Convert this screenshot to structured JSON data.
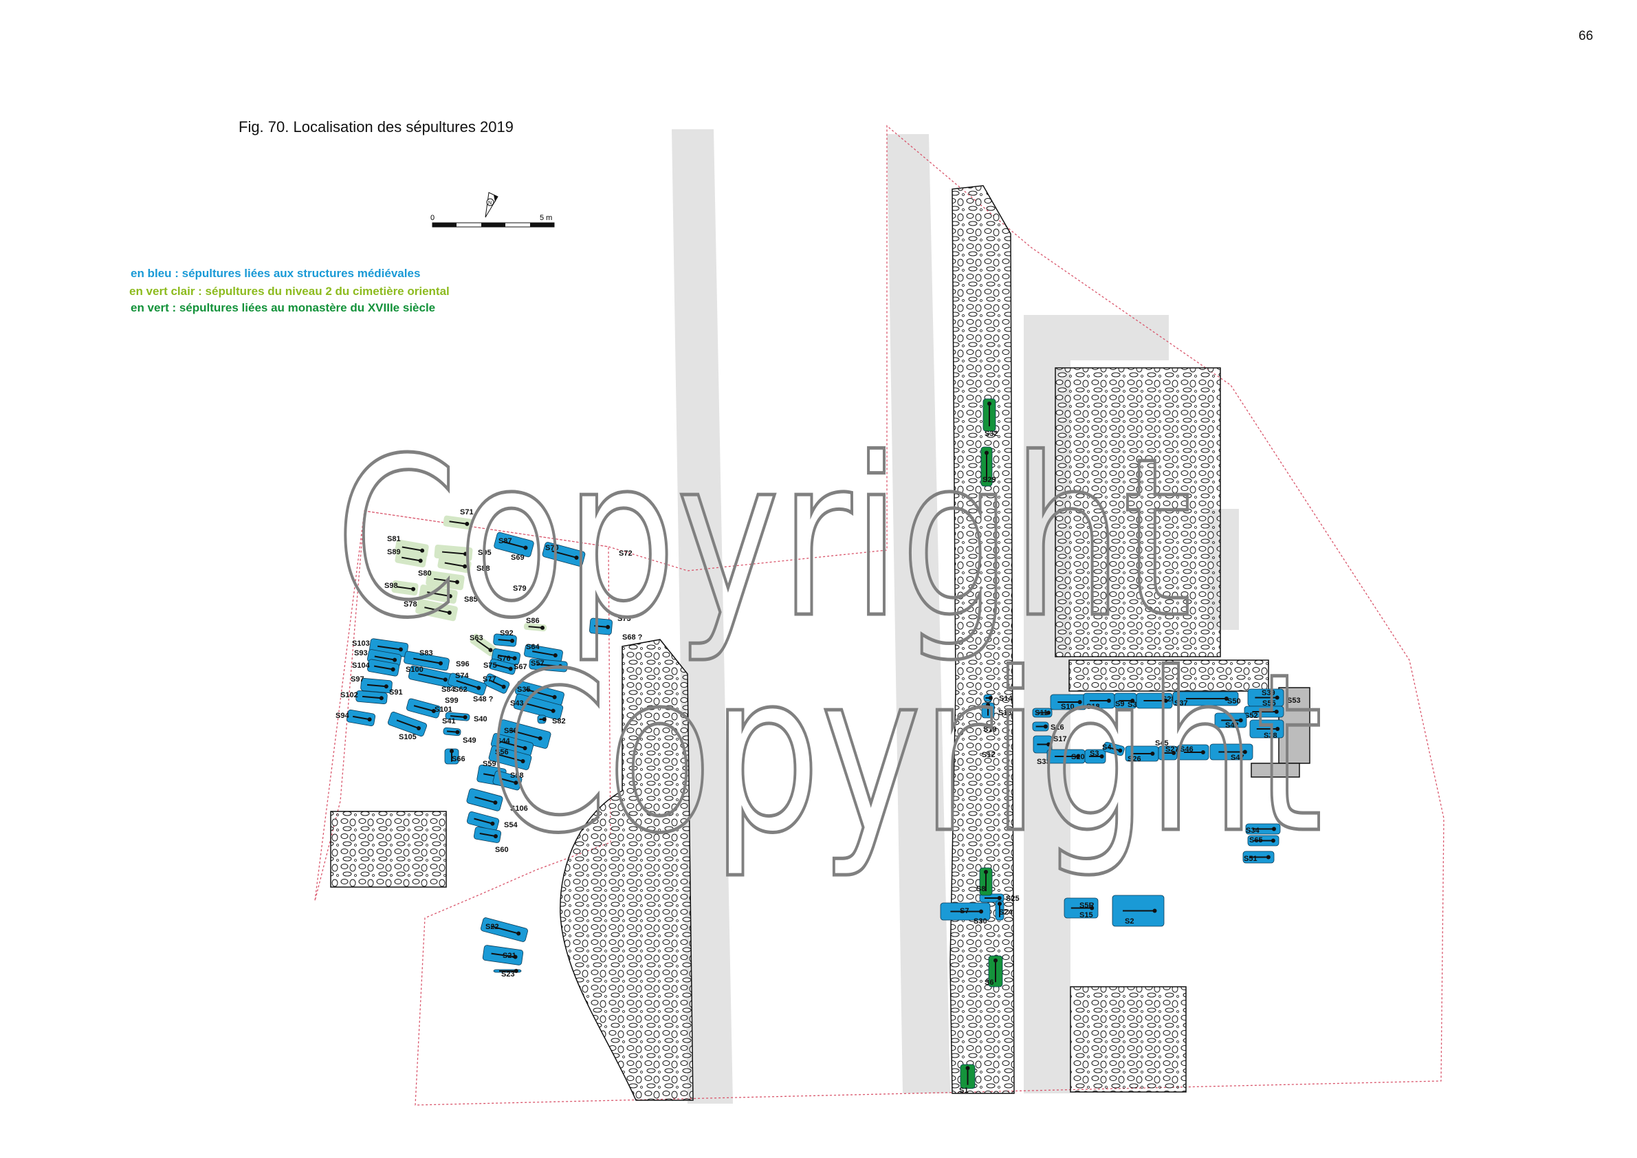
{
  "page_number": "66",
  "figure_title": "Fig. 70. Localisation des sépultures 2019",
  "scale_bar": {
    "start_label": "0",
    "end_label": "5 m",
    "north_label": "N"
  },
  "legend": [
    {
      "text": "en bleu : sépultures liées aux structures médiévales",
      "color": "#1a9ad6"
    },
    {
      "text": "en vert clair : sépultures du niveau 2 du cimetière oriental",
      "color": "#8dbb1f"
    },
    {
      "text": "en vert : sépultures liées au monastère du XVIIIe siècle",
      "color": "#13923a"
    }
  ],
  "colors": {
    "blue": "#1a9ad6",
    "light_green": "#d4e7c6",
    "green": "#14933b",
    "band": "#e3e3e3",
    "boundary": "#d9546a"
  },
  "watermark": [
    "Copyright",
    "Copyright"
  ],
  "graves": {
    "light_green": [
      "S71",
      "S81",
      "S89",
      "S95",
      "S88",
      "S80",
      "S98",
      "S85",
      "S78",
      "S86",
      "S63"
    ],
    "blue": [
      "S87",
      "S70",
      "S69",
      "S72",
      "S79",
      "S73",
      "S68 ?",
      "S92",
      "S64",
      "S76",
      "S57",
      "S75",
      "S67",
      "S77",
      "S35",
      "S43",
      "S82",
      "S36",
      "S44",
      "S56",
      "S59",
      "S58",
      "S106",
      "S54",
      "S60",
      "S103",
      "S93",
      "S104",
      "S97",
      "S102",
      "S94",
      "S83",
      "S96",
      "S100",
      "S84",
      "S99",
      "S91",
      "S101",
      "S105",
      "S74",
      "S62",
      "S48 ?",
      "S40",
      "S41",
      "S49",
      "S66",
      "S14",
      "S13",
      "S19",
      "S12",
      "S10",
      "S11",
      "S18",
      "S9",
      "S31",
      "S28",
      "S37",
      "S50",
      "S39",
      "S55",
      "S53",
      "S52",
      "S42",
      "S38",
      "S16",
      "S17",
      "S33",
      "S20",
      "S3",
      "S4",
      "S26",
      "S45",
      "S27",
      "S46",
      "S47",
      "S34",
      "S65",
      "S51",
      "S25",
      "S7",
      "S30",
      "S24",
      "S5R",
      "S15",
      "S2",
      "S22",
      "S21",
      "S23"
    ],
    "green": [
      "S32",
      "S29",
      "S8",
      "S6",
      "S1"
    ]
  }
}
